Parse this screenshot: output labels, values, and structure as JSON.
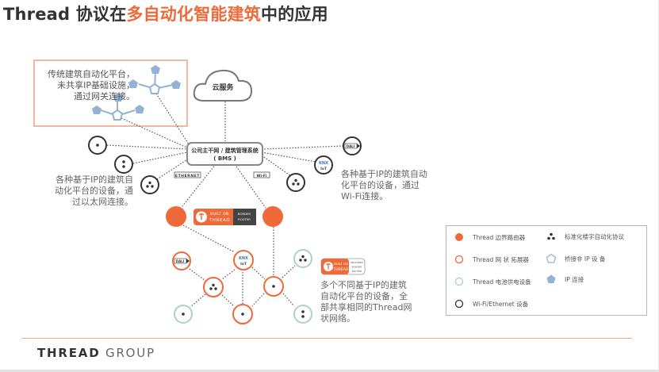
{
  "title": {
    "prefix": "Thread 协议在",
    "highlight": "多自动化智能建筑",
    "suffix": "中的应用"
  },
  "colors": {
    "accent": "#ee6a3a",
    "mesh_extender": "#ee6a3a",
    "battery_device": "#8cc7a8",
    "wifi_ethernet": "#333333",
    "ip_pentagon": "#94b3d4"
  },
  "diagram": {
    "legacy_box_text": [
      "传统建筑自动化平台，",
      "未共享IP基础设施，",
      "通过网关连接。"
    ],
    "cloud_label": "云服务",
    "bms_label_line1": "公司主干网 / 建筑管理系统",
    "bms_label_line2": "( BMS )",
    "ethernet_tag": "ETHERNET",
    "wifi_tag": "Wi-Fi",
    "ethernet_text": [
      "各种基于IP的建筑自",
      "动化平台的设备，通",
      "过以太网连接。"
    ],
    "wifi_text": [
      "各种基于IP的建筑自动",
      "化平台的设备，通过",
      "Wi-Fi连接。"
    ],
    "mesh_text": [
      "多个不同基于IP的建筑",
      "自动化平台的设备，全",
      "部共享相同的Thread网",
      "状网络。"
    ],
    "badge_border": {
      "line1": "BUILT ON",
      "line2": "THREAD",
      "right1": "BORDER",
      "right2": "ROUTER"
    },
    "badge_requires": {
      "line1": "BUILT ON",
      "line2": "THREAD",
      "right1": "REQUIRES",
      "right2": "BORDER",
      "right3": "ROUTER"
    },
    "dali_label": "DALI",
    "knx_label": "KNX",
    "iot_label": "IoT"
  },
  "legend": {
    "items": [
      {
        "icon": "filled-orange-circle",
        "label": "Thread 边界路由器"
      },
      {
        "icon": "orange-ring",
        "label": "Thread 网 状 拓展器"
      },
      {
        "icon": "green-ring",
        "label": "Thread 电池供电设备"
      },
      {
        "icon": "black-ring",
        "label": "Wi-Fi/Ethernet 设备"
      },
      {
        "icon": "three-dots",
        "label": "标准化楼宇自动化协议"
      },
      {
        "icon": "pentagon-outline",
        "label": "桥接非 IP 设 备"
      },
      {
        "icon": "pentagon-filled",
        "label": "IP 连接"
      }
    ]
  },
  "footer": {
    "logo_bold": "THREAD",
    "logo_light": "GROUP"
  }
}
